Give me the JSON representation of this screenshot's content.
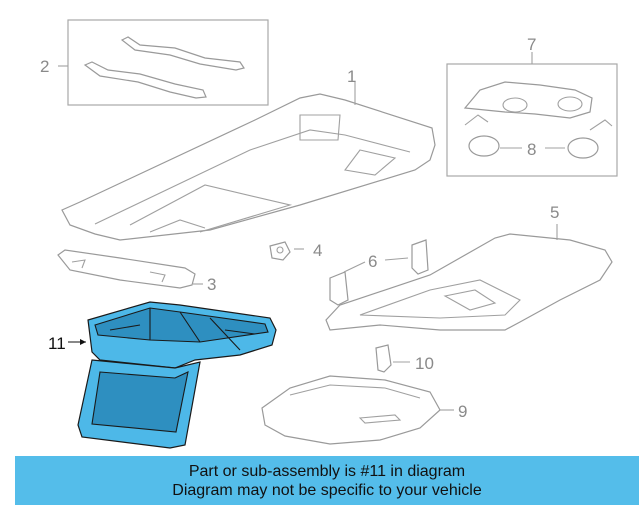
{
  "callouts": {
    "c1": "1",
    "c2": "2",
    "c3": "3",
    "c4": "4",
    "c5": "5",
    "c6": "6",
    "c7": "7",
    "c8": "8",
    "c9": "9",
    "c10": "10",
    "c11": "11"
  },
  "banner": {
    "line1": "Part or sub-assembly is #11 in diagram",
    "line2": "Diagram may not be specific to your vehicle"
  },
  "colors": {
    "highlight": "#4db8e8",
    "banner": "#54bdea",
    "linework": "#9a9a9a"
  }
}
